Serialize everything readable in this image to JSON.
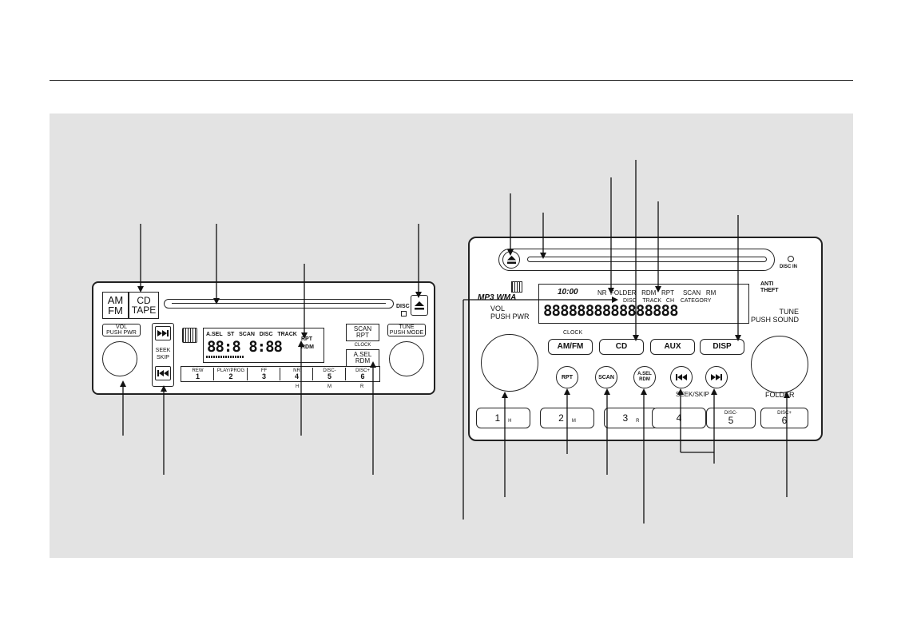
{
  "radio1": {
    "btn_am_fm": "AM\nFM",
    "btn_cd_tape": "CD\nTAPE",
    "btn_vol": "VOL\nPUSH PWR",
    "btn_seek": "SEEK\nSKIP",
    "btn_tune": "TUNE\nPUSH MODE",
    "btn_scan": "SCAN\nRPT",
    "clock": "CLOCK",
    "btn_asel": "A.SEL\nRDM",
    "disc": "DISC",
    "display_indicators": "A.SEL   ST   SCAN   DISC   TRACK",
    "display_rpt": "RPT",
    "display_rdm": "RDM",
    "display_digits": "88:8 8:88",
    "presets": [
      {
        "top": "REW",
        "num": "1",
        "sub": ""
      },
      {
        "top": "PLAY/PROG",
        "num": "2",
        "sub": ""
      },
      {
        "top": "FF",
        "num": "3",
        "sub": ""
      },
      {
        "top": "NR",
        "num": "4",
        "sub": "H"
      },
      {
        "top": "DISC-",
        "num": "5",
        "sub": "M"
      },
      {
        "top": "DISC+",
        "num": "6",
        "sub": "R"
      }
    ]
  },
  "radio2": {
    "mp3_wma": "MP3 WMA",
    "disc_in": "DISC IN",
    "anti_theft": "ANTI\nTHEFT",
    "display_time": "10:00",
    "display_row1": "NR  FOLDER   RDM   RPT     SCAN   RM",
    "display_row2": "DISC    TRACK   CH    CATEGORY",
    "display_digits": "8888888888888888",
    "vol": "VOL\nPUSH PWR",
    "tune": "TUNE\nPUSH SOUND",
    "clock": "CLOCK",
    "btn_am_fm": "AM/FM",
    "btn_cd": "CD",
    "btn_aux": "AUX",
    "btn_disp": "DISP",
    "btn_rpt": "RPT",
    "btn_scan": "SCAN",
    "btn_asel": "A.SEL\nRDM",
    "seek_skip": "SEEK/SKIP",
    "folder": "FOLDER",
    "presets": [
      {
        "num": "1",
        "sub": "H"
      },
      {
        "num": "2",
        "sub": "M"
      },
      {
        "num": "3",
        "sub": "R"
      },
      {
        "num": "4",
        "sub": ""
      },
      {
        "num": "5",
        "sub": "DISC-"
      },
      {
        "num": "6",
        "sub": "DISC+"
      }
    ]
  }
}
